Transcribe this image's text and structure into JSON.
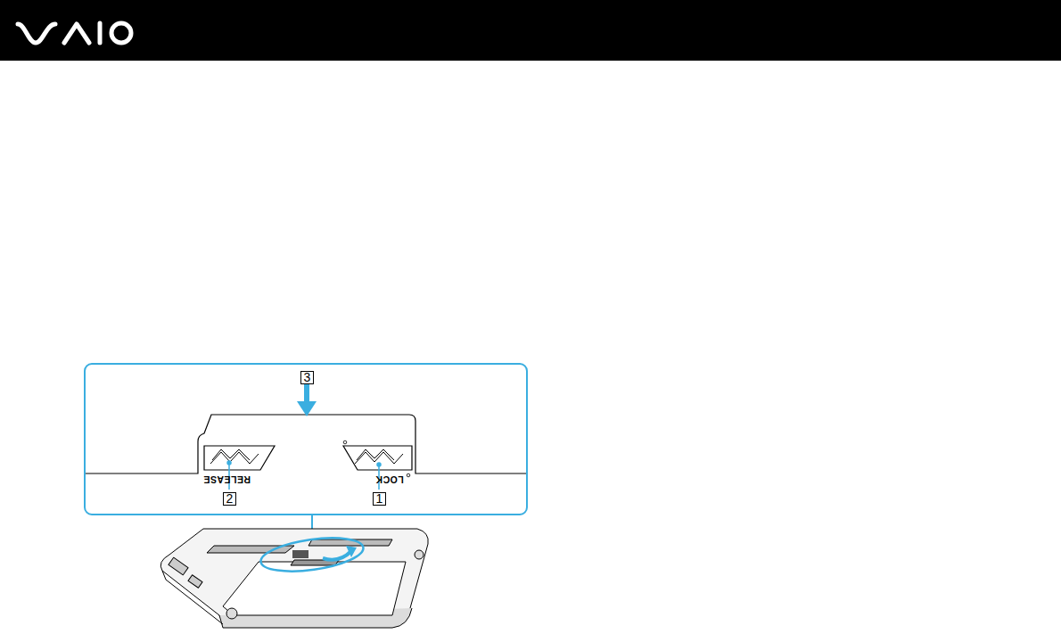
{
  "diagram": {
    "labels": [
      "3",
      "RELEASE",
      "LOCK",
      "2",
      "1"
    ]
  }
}
